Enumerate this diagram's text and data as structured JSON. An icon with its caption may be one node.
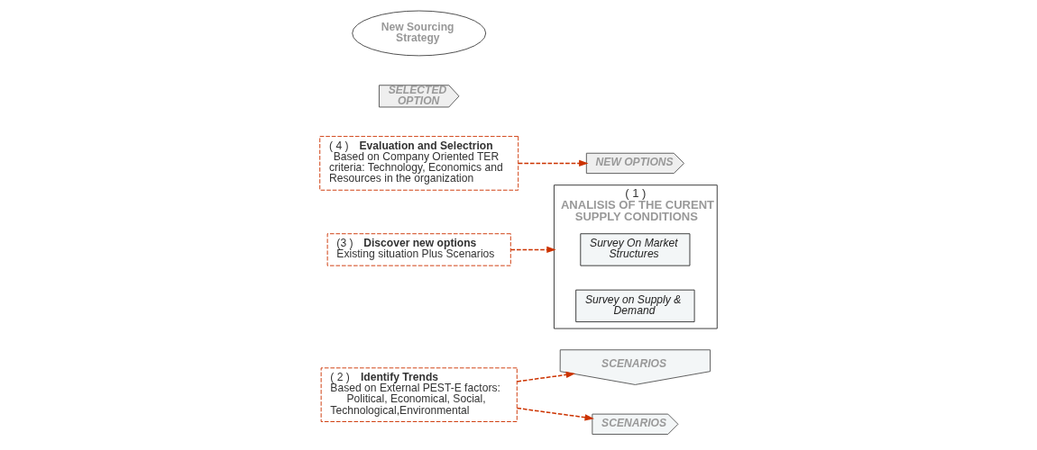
{
  "diagram": {
    "nodes": [
      {
        "text": [
          "SCENARIOS"
        ]
      },
      {
        "text": [
          "SCENARIOS"
        ]
      },
      {
        "text": [
          "( 1 )",
          "ANALISIS OF THE CURENT SUPPLY CONDITIONS"
        ]
      },
      {
        "text": [
          "Survey On Market Structures"
        ],
        "in": 2
      },
      {
        "text": [
          "Survey on Supply & Demand"
        ],
        "in": 2
      },
      {
        "text": [
          "NEW OPTIONS"
        ]
      },
      {
        "text": [
          "SELECTED OPTION"
        ]
      },
      {
        "text": [
          "New Sourcing Strategy"
        ]
      },
      {
        "text": [
          "( 2 )",
          "Identify Trends",
          "Based on External PEST-E factors: Political, Economical, Social, Technological,Environmental"
        ]
      },
      {
        "text": [
          "(3 )",
          "Discover new options",
          "Existing situation Plus Scenarios"
        ]
      },
      {
        "text": [
          "( 4 )",
          "Evaluation and Selectrion",
          "Based on Company Oriented TER criteria: Technology, Economics and Resources in the organization"
        ]
      }
    ],
    "edges": [
      {
        "from": 8,
        "to": 0,
        "arrow": "to",
        "style": "dashed"
      },
      {
        "from": 8,
        "to": 1,
        "arrow": "to",
        "style": "dashed"
      },
      {
        "from": 9,
        "to": 2,
        "arrow": "to",
        "style": "dashed"
      },
      {
        "from": 10,
        "to": 5,
        "arrow": "to",
        "style": "dashed"
      }
    ]
  }
}
